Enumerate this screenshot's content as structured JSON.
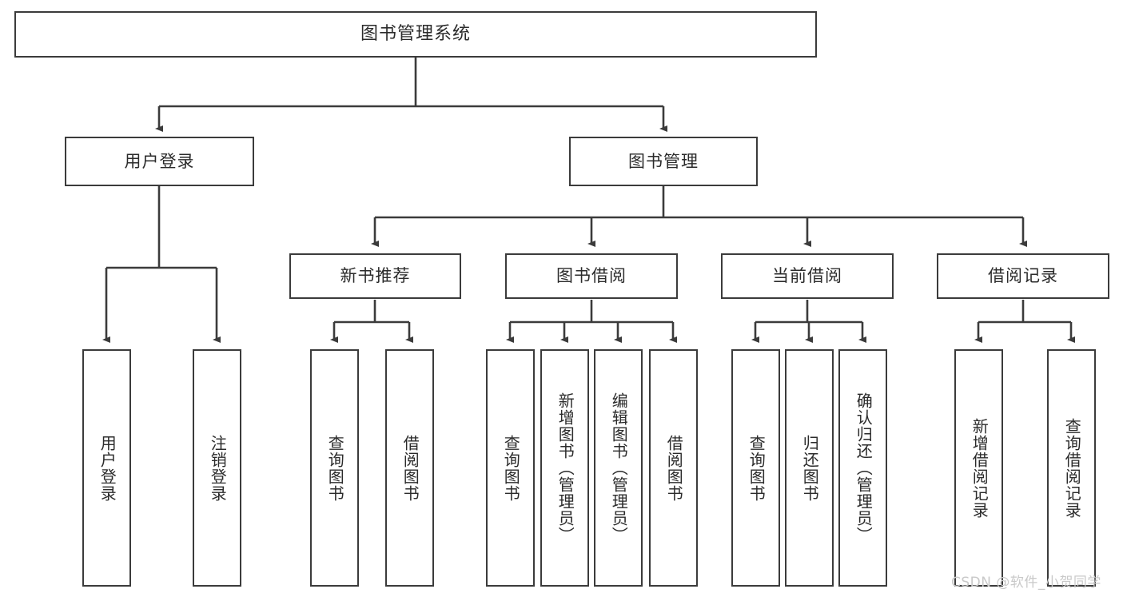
{
  "diagram": {
    "title": "图书管理系统",
    "type": "hierarchy-tree",
    "watermark": "CSDN @软件_小贺同学",
    "colors": {
      "stroke": "#3b3b3b",
      "fill": "#ffffff",
      "text": "#2b2b2b",
      "watermark": "#c9c9c9"
    },
    "nodes": {
      "root": {
        "label": "图书管理系统"
      },
      "level2": [
        {
          "id": "user-login",
          "label": "用户登录"
        },
        {
          "id": "book-manage",
          "label": "图书管理"
        }
      ],
      "level3": [
        {
          "id": "new-book-rec",
          "label": "新书推荐"
        },
        {
          "id": "book-borrow",
          "label": "图书借阅"
        },
        {
          "id": "current-borrow",
          "label": "当前借阅"
        },
        {
          "id": "borrow-record",
          "label": "借阅记录"
        }
      ],
      "leaves": {
        "user-login": [
          {
            "id": "leaf-user-login",
            "label": "用户登录"
          },
          {
            "id": "leaf-logout",
            "label": "注销登录"
          }
        ],
        "new-book-rec": [
          {
            "id": "leaf-query-book-1",
            "label": "查询图书"
          },
          {
            "id": "leaf-borrow-book-1",
            "label": "借阅图书"
          }
        ],
        "book-borrow": [
          {
            "id": "leaf-query-book-2",
            "label": "查询图书"
          },
          {
            "id": "leaf-add-book",
            "label": "新增图书（管理员）"
          },
          {
            "id": "leaf-edit-book",
            "label": "编辑图书（管理员）"
          },
          {
            "id": "leaf-borrow-book-2",
            "label": "借阅图书"
          }
        ],
        "current-borrow": [
          {
            "id": "leaf-query-book-3",
            "label": "查询图书"
          },
          {
            "id": "leaf-return-book",
            "label": "归还图书"
          },
          {
            "id": "leaf-confirm-return",
            "label": "确认归还（管理员）"
          }
        ],
        "borrow-record": [
          {
            "id": "leaf-add-record",
            "label": "新增借阅记录"
          },
          {
            "id": "leaf-query-record",
            "label": "查询借阅记录"
          }
        ]
      }
    }
  }
}
